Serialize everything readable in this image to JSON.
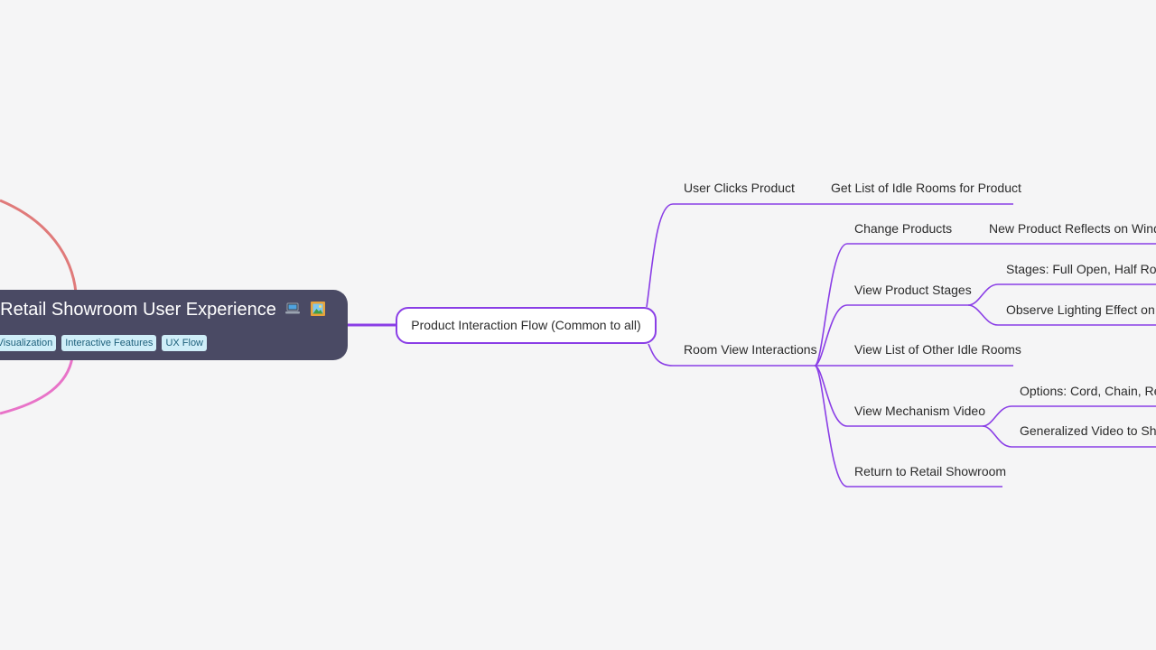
{
  "root": {
    "title": "tual Retail Showroom User Experience",
    "tags": [
      "uct Visualization",
      "Interactive Features",
      "UX Flow"
    ]
  },
  "branch": {
    "label": "Product Interaction Flow (Common to all)"
  },
  "nodes": {
    "user_clicks_product": "User Clicks Product",
    "get_idle_rooms": "Get List of Idle Rooms for Product",
    "room_view_interactions": "Room View Interactions",
    "change_products": "Change Products",
    "new_product_reflects": "New Product Reflects on Windo",
    "view_product_stages": "View Product Stages",
    "stages": "Stages: Full Open, Half Rolle",
    "observe_lighting": "Observe Lighting Effect on T",
    "view_other_rooms": "View List of Other Idle Rooms",
    "view_mechanism_video": "View Mechanism Video",
    "options": "Options: Cord, Chain, Ren",
    "generalized_video": "Generalized Video to Show",
    "return_showroom": "Return to Retail Showroom"
  },
  "colors": {
    "background": "#f5f5f6",
    "root_fill": "#4a4a64",
    "branch_purple": "#8a3ee6",
    "link_red": "#e07a7a",
    "link_pink": "#e873c8",
    "tag_fill": "#cfeef8"
  },
  "icons": [
    "laptop-icon",
    "framed-picture-icon"
  ]
}
